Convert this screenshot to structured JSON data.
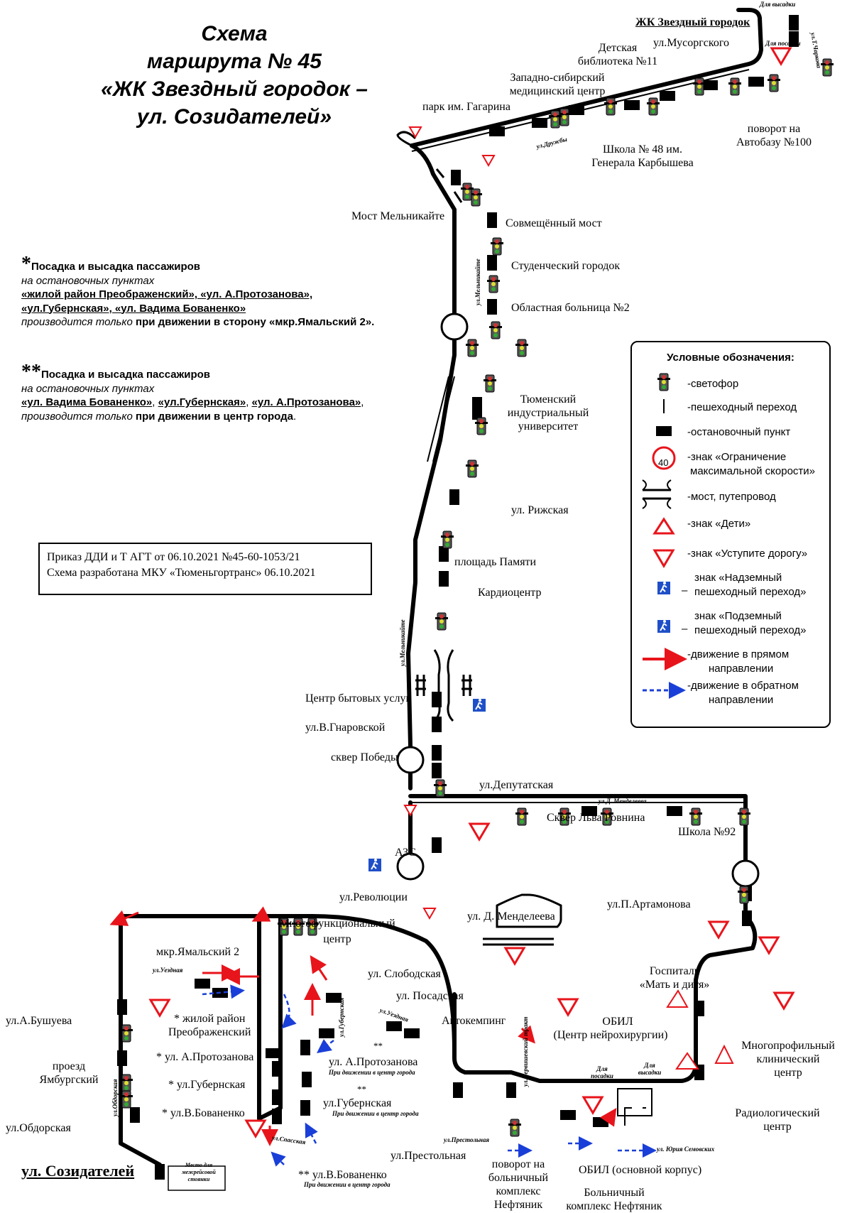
{
  "title": {
    "line1": "Схема",
    "line2": "маршрута № 45",
    "line3": "«ЖК Звездный городок –",
    "line4": "ул. Созидателей»"
  },
  "note1": {
    "star": "*",
    "heading": "Посадка и высадка пассажиров",
    "line1": "на остановочных пунктах",
    "stops_a": "«жилой район Преображенский», «ул. А.Протозанова»,",
    "stops_b": "«ул.Губернская», «ул. Вадима Бованенко»",
    "cond_pre": "производится только",
    "cond_bold": "при движении в сторону «мкр.Ямальский 2»."
  },
  "note2": {
    "star": "**",
    "heading": "Посадка и высадка пассажиров",
    "line1": "на остановочных пунктах",
    "stop1": "«ул. Вадима Бованенко»",
    "stop2": "«ул.Губернская»",
    "stop3": "«ул. А.Протозанова»",
    "cond_pre": "производится только",
    "cond_bold": "при движении в центр города",
    "cond_post": "."
  },
  "order": {
    "line1": "Приказ ДДИ и Т АГТ от 06.10.2021 №45-60-1053/21",
    "line2": "Схема разработана МКУ «Тюменьгортранс» 06.10.2021"
  },
  "legend": {
    "title": "Условные обозначения:",
    "items": [
      "-светофор",
      "-пешеходный переход",
      "-остановочный пункт",
      "-знак «Ограничение",
      "максимальной скорости»",
      "-мост, путепровод",
      "-знак «Дети»",
      "-знак «Уступите дорогу»",
      "знак «Надземный",
      "пешеходный переход»",
      "знак «Подземный",
      "пешеходный переход»",
      "-движение в прямом",
      "направлении",
      "-движение в обратном",
      "направлении"
    ],
    "speed_value": "40",
    "dash": "–"
  },
  "stops": {
    "zvezdny": "ЖК Звездный городок",
    "musorgskogo": "ул.Мусоргского",
    "library1": "Детская",
    "library2": "библиотека №11",
    "medcenter1": "Западно-сибирский",
    "medcenter2": "медицинский центр",
    "gagarin": "парк им. Гагарина",
    "school48_1": "Школа № 48 им.",
    "school48_2": "Генерала Карбышева",
    "avtobaza1": "поворот на",
    "avtobaza2": "Автобазу №100",
    "melnikaite_bridge": "Мост Мельникайте",
    "combined_bridge": "Совмещённый мост",
    "student_town": "Студенческий городок",
    "hospital2": "Областная больница №2",
    "tiu1": "Тюменский",
    "tiu2": "индустриальный",
    "tiu3": "университет",
    "rizhskaya": "ул. Рижская",
    "pamyati": "площадь Памяти",
    "cardio": "Кардиоцентр",
    "cbu": "Центр бытовых услуг",
    "gnarovskoy": "ул.В.Гнаровской",
    "pobedy": "сквер Победы",
    "deputatskaya": "ул.Депутатская",
    "azs": "АЗС",
    "revolyutsii": "ул.Революции",
    "mendeleeva": "ул. Д. Менделеева",
    "rovnina": "Сквер Льва Ровнина",
    "school92": "Школа №92",
    "artamonova": "ул.П.Артамонова",
    "gospital1": "Госпиталь",
    "gospital2": "«Мать и дитя»",
    "multiprof1": "Многопрофильный",
    "multiprof2": "клинический",
    "multiprof3": "центр",
    "radio1": "Радиологический",
    "radio2": "центр",
    "obil1": "ОБИЛ",
    "obil2": "(Центр нейрохирургии)",
    "obil_main": "ОБИЛ (основной корпус)",
    "neftyanik1": "Больничный",
    "neftyanik2": "комплекс Нефтяник",
    "turn_neft1": "поворот на",
    "turn_neft2": "больничный",
    "turn_neft3": "комплекс",
    "turn_neft4": "Нефтяник",
    "prestolnaya": "ул.Престольная",
    "avtokemping": "Автокемпинг",
    "slobodskaya": "ул. Слободская",
    "posadskaya": "ул. Посадская",
    "mfc1": "Многофункциональный",
    "mfc2": "центр",
    "yamalsky": "мкр.Ямальский 2",
    "preobr1": "* жилой район",
    "preobr2": "Преображенский",
    "protozanova_star": "* ул. А.Протозанова",
    "gubernskaya_star": "* ул.Губернская",
    "bovanenko_star": "* ул.В.Бованенко",
    "protozanova_2": "ул. А.Протозанова",
    "gubernskaya_2": "ул.Губернская",
    "bovanenko_2": "** ул.В.Бованенко",
    "dstar": "**",
    "center_dir": "При движении в центр города",
    "bushueva": "ул.А.Бушуева",
    "yamburg1": "проезд",
    "yamburg2": "Ямбургский",
    "obdorskaya": "ул.Обдорская",
    "final": "ул. Созидателей",
    "inter_parking1": "Место для",
    "inter_parking2": "межрейсовой",
    "inter_parking3": "стоянки"
  },
  "streets": {
    "vysadka": "Для высадки",
    "posadka": "Для посадки",
    "t_charkova": "ул.Т.Чаркова",
    "druzhby": "ул.Дружбы",
    "melnikaite": "ул.Мельникайте",
    "d_mendeleeva": "ул.Д. Менделеева",
    "uezdnaya": "ул.Уездная",
    "gubernskaya": "ул.Губернская",
    "spasskaya": "ул.Спасская",
    "obdorskaya": "ул.Обдорская",
    "chervishevsky": "ул.Червишевский тракт",
    "prestolnaya": "ул.Престольная",
    "semovskikh": "ул. Юрия Семовских",
    "obil_posadka1": "Для",
    "obil_posadka2": "посадки",
    "obil_vysadka1": "Для",
    "obil_vysadka2": "высадки"
  },
  "colors": {
    "forward": "#e8141b",
    "backward": "#1a3fd8",
    "sign_blue": "#1f4fc8",
    "road": "#000000"
  }
}
